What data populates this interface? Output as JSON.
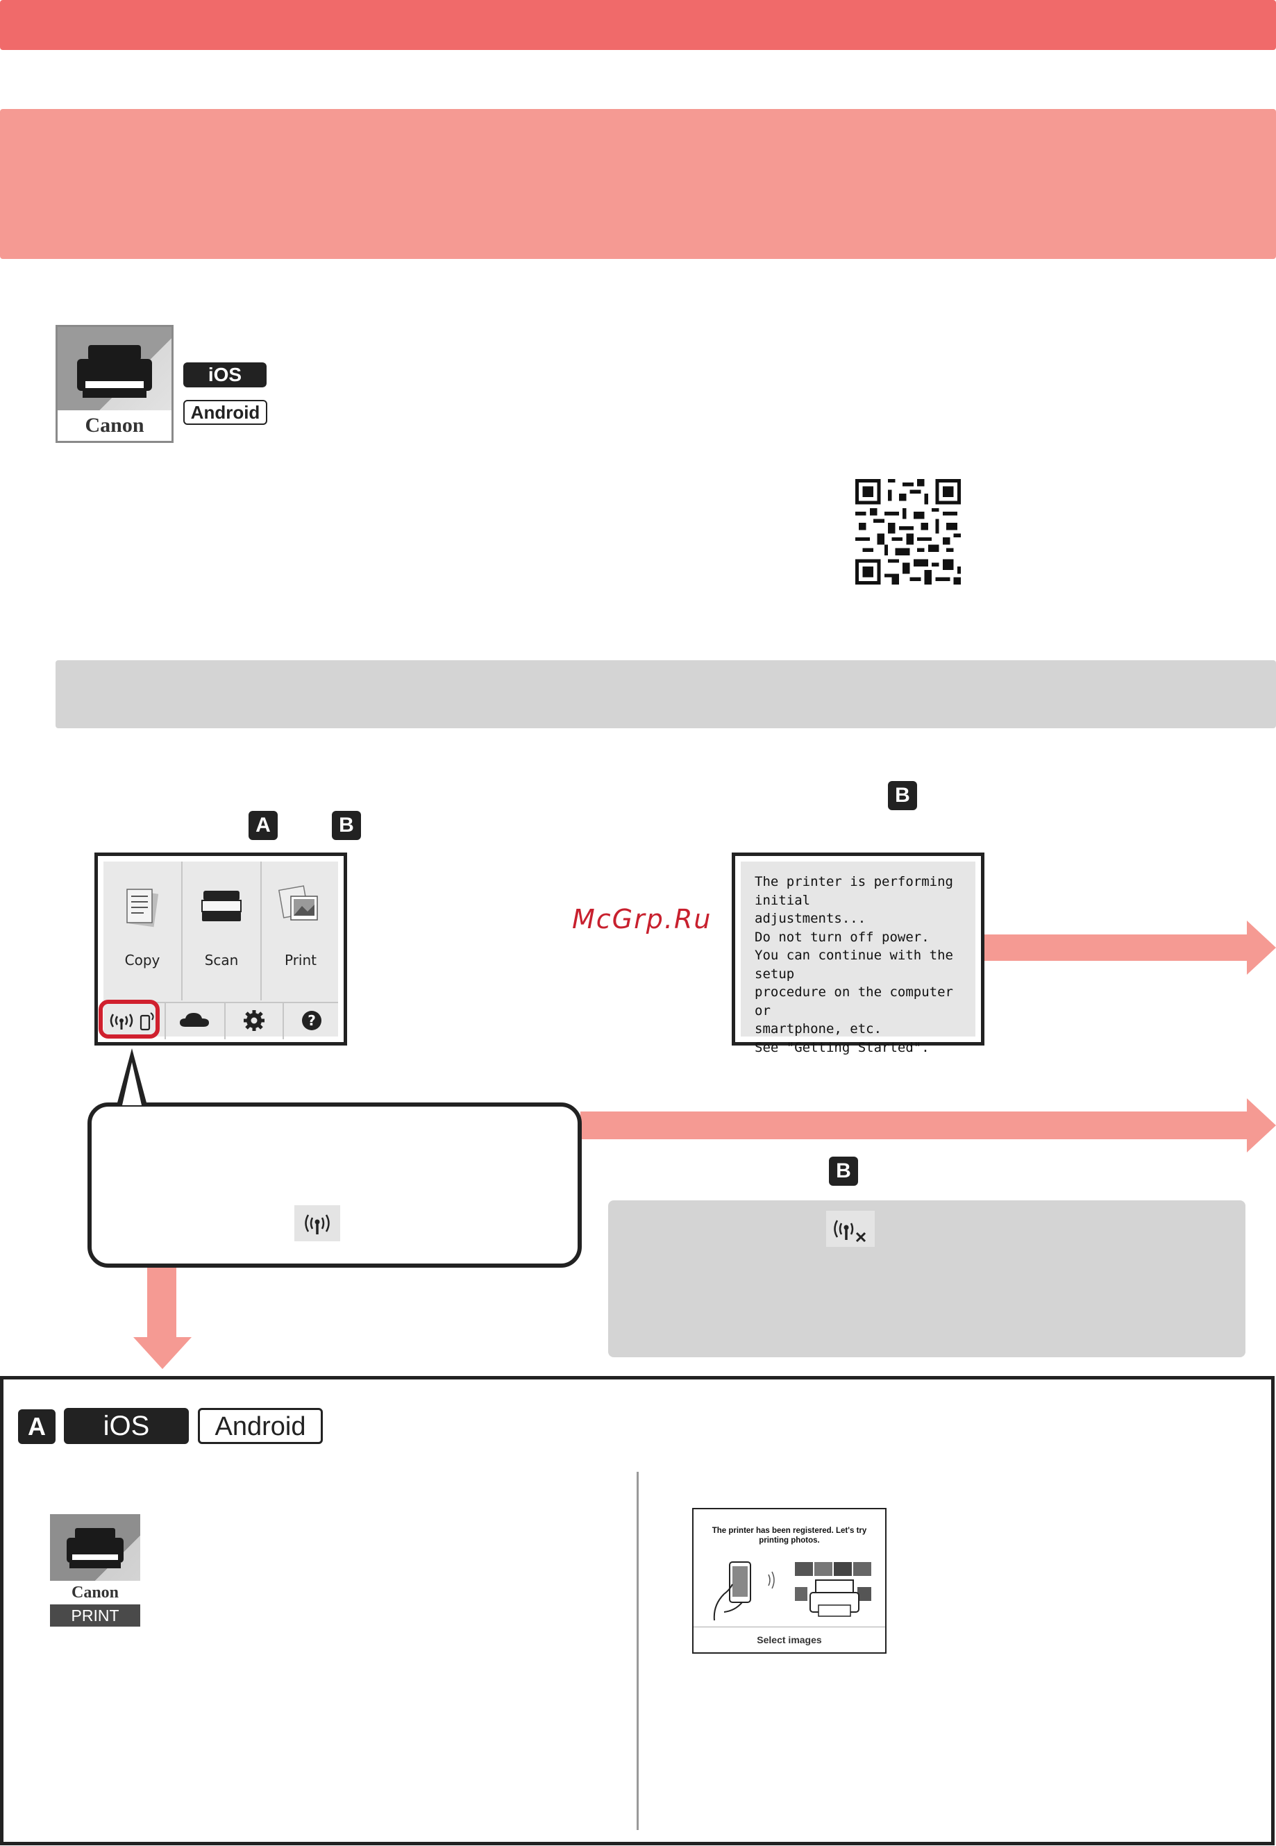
{
  "app_badges": {
    "ios": "iOS",
    "android": "Android"
  },
  "app_icon": {
    "brand": "Canon"
  },
  "letters": {
    "a": "A",
    "b": "B"
  },
  "printer_panel": {
    "cells": [
      "Copy",
      "Scan",
      "Print"
    ],
    "bottom_icons": [
      "wireless-icon",
      "cloud-icon",
      "gear-icon",
      "help-icon"
    ]
  },
  "message_panel": {
    "lines": [
      "The printer is performing initial",
      "adjustments...",
      "Do not turn off power.",
      "You can continue with the setup",
      "procedure on the computer or",
      "smartphone, etc.",
      "See \"Getting Started\"."
    ]
  },
  "watermark": "McGrp.Ru",
  "section_a": {
    "letter": "A",
    "ios": "iOS",
    "android": "Android",
    "print_icon": {
      "brand": "Canon",
      "label": "PRINT"
    },
    "phone_screen": {
      "title_line1": "The printer has been registered. Let's try",
      "title_line2": "printing photos.",
      "button": "Select images"
    }
  },
  "colors": {
    "band_top": "#f06a6a",
    "band_second": "#f59a93",
    "arrow": "#f59a93",
    "highlight": "#d0202e",
    "grey": "#d4d4d4"
  }
}
